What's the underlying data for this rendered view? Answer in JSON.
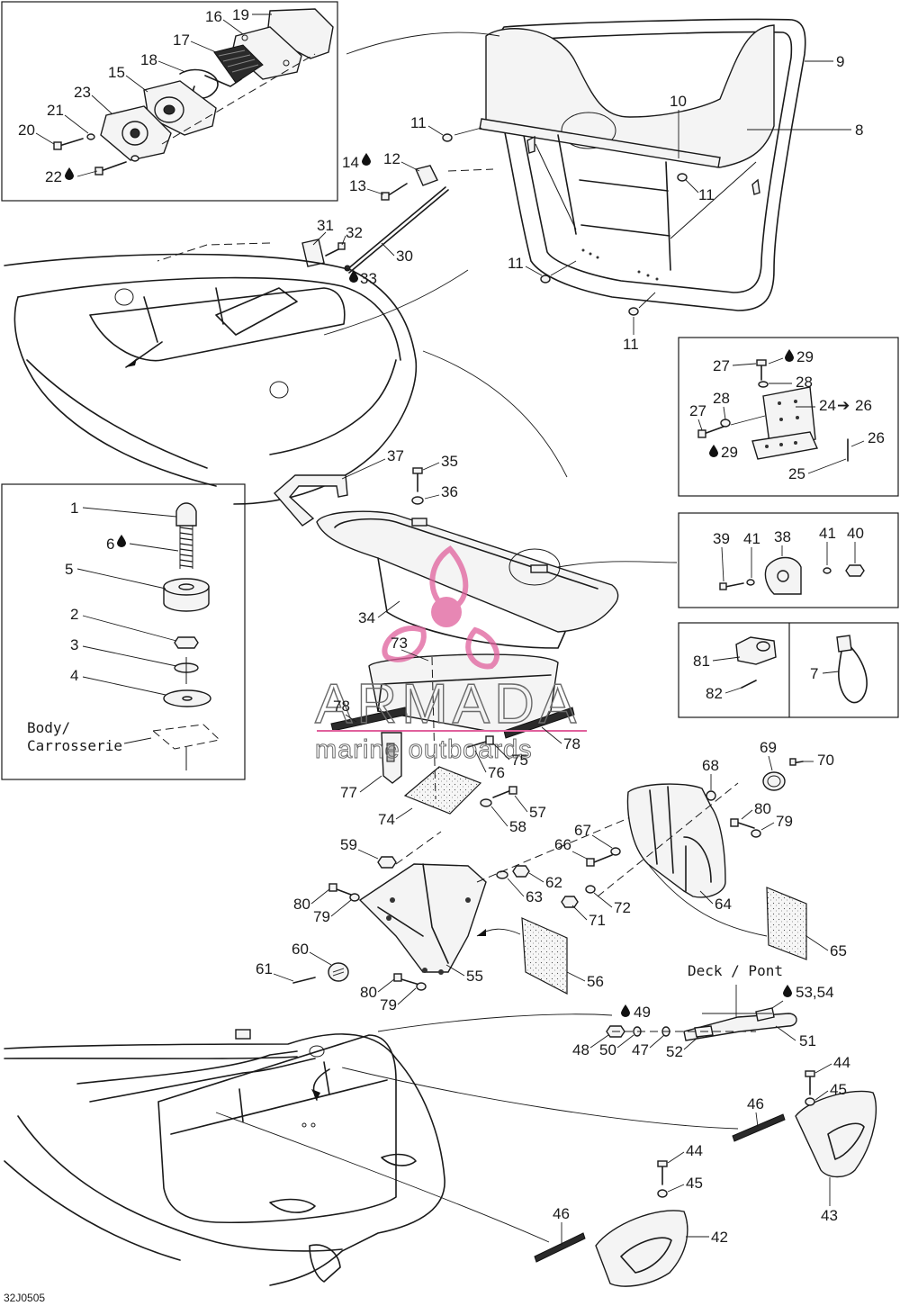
{
  "diagram_code": "32J0505",
  "watermark": {
    "brand": "ARMADA",
    "tagline": "marine outboards",
    "accent": "#e0609c"
  },
  "body_note": {
    "line1": "Body/",
    "line2": "Carrosserie"
  },
  "deck_note": "Deck / Pont",
  "lube_icon": "oil-drop-icon",
  "callouts": {
    "c1": "1",
    "c2": "2",
    "c3": "3",
    "c4": "4",
    "c5": "5",
    "c6": "6",
    "c7": "7",
    "c8": "8",
    "c9": "9",
    "c10": "10",
    "c11a": "11",
    "c11b": "11",
    "c11c": "11",
    "c11d": "11",
    "c12": "12",
    "c13": "13",
    "c14": "14",
    "c15": "15",
    "c16": "16",
    "c17": "17",
    "c18": "18",
    "c19": "19",
    "c20": "20",
    "c21": "21",
    "c22": "22",
    "c23": "23",
    "c24": "24",
    "c24_26": "26",
    "c25": "25",
    "c26": "26",
    "c27a": "27",
    "c27b": "27",
    "c28a": "28",
    "c28b": "28",
    "c29a": "29",
    "c29b": "29",
    "c30": "30",
    "c31": "31",
    "c32": "32",
    "c33": "33",
    "c34": "34",
    "c35": "35",
    "c36": "36",
    "c37": "37",
    "c38": "38",
    "c39": "39",
    "c40": "40",
    "c41a": "41",
    "c41b": "41",
    "c42": "42",
    "c43": "43",
    "c44a": "44",
    "c44b": "44",
    "c45a": "45",
    "c45b": "45",
    "c46a": "46",
    "c46b": "46",
    "c47": "47",
    "c48": "48",
    "c49": "49",
    "c50": "50",
    "c51": "51",
    "c52": "52",
    "c53_54": "53,54",
    "c55": "55",
    "c56": "56",
    "c57": "57",
    "c58": "58",
    "c59": "59",
    "c60": "60",
    "c61": "61",
    "c62": "62",
    "c63": "63",
    "c64": "64",
    "c65": "65",
    "c66": "66",
    "c67": "67",
    "c68": "68",
    "c69": "69",
    "c70": "70",
    "c71": "71",
    "c72": "72",
    "c73": "73",
    "c74": "74",
    "c75": "75",
    "c76": "76",
    "c77": "77",
    "c78a": "78",
    "c78b": "78",
    "c79a": "79",
    "c79b": "79",
    "c79c": "79",
    "c80a": "80",
    "c80b": "80",
    "c80c": "80",
    "c81": "81",
    "c82": "82"
  }
}
